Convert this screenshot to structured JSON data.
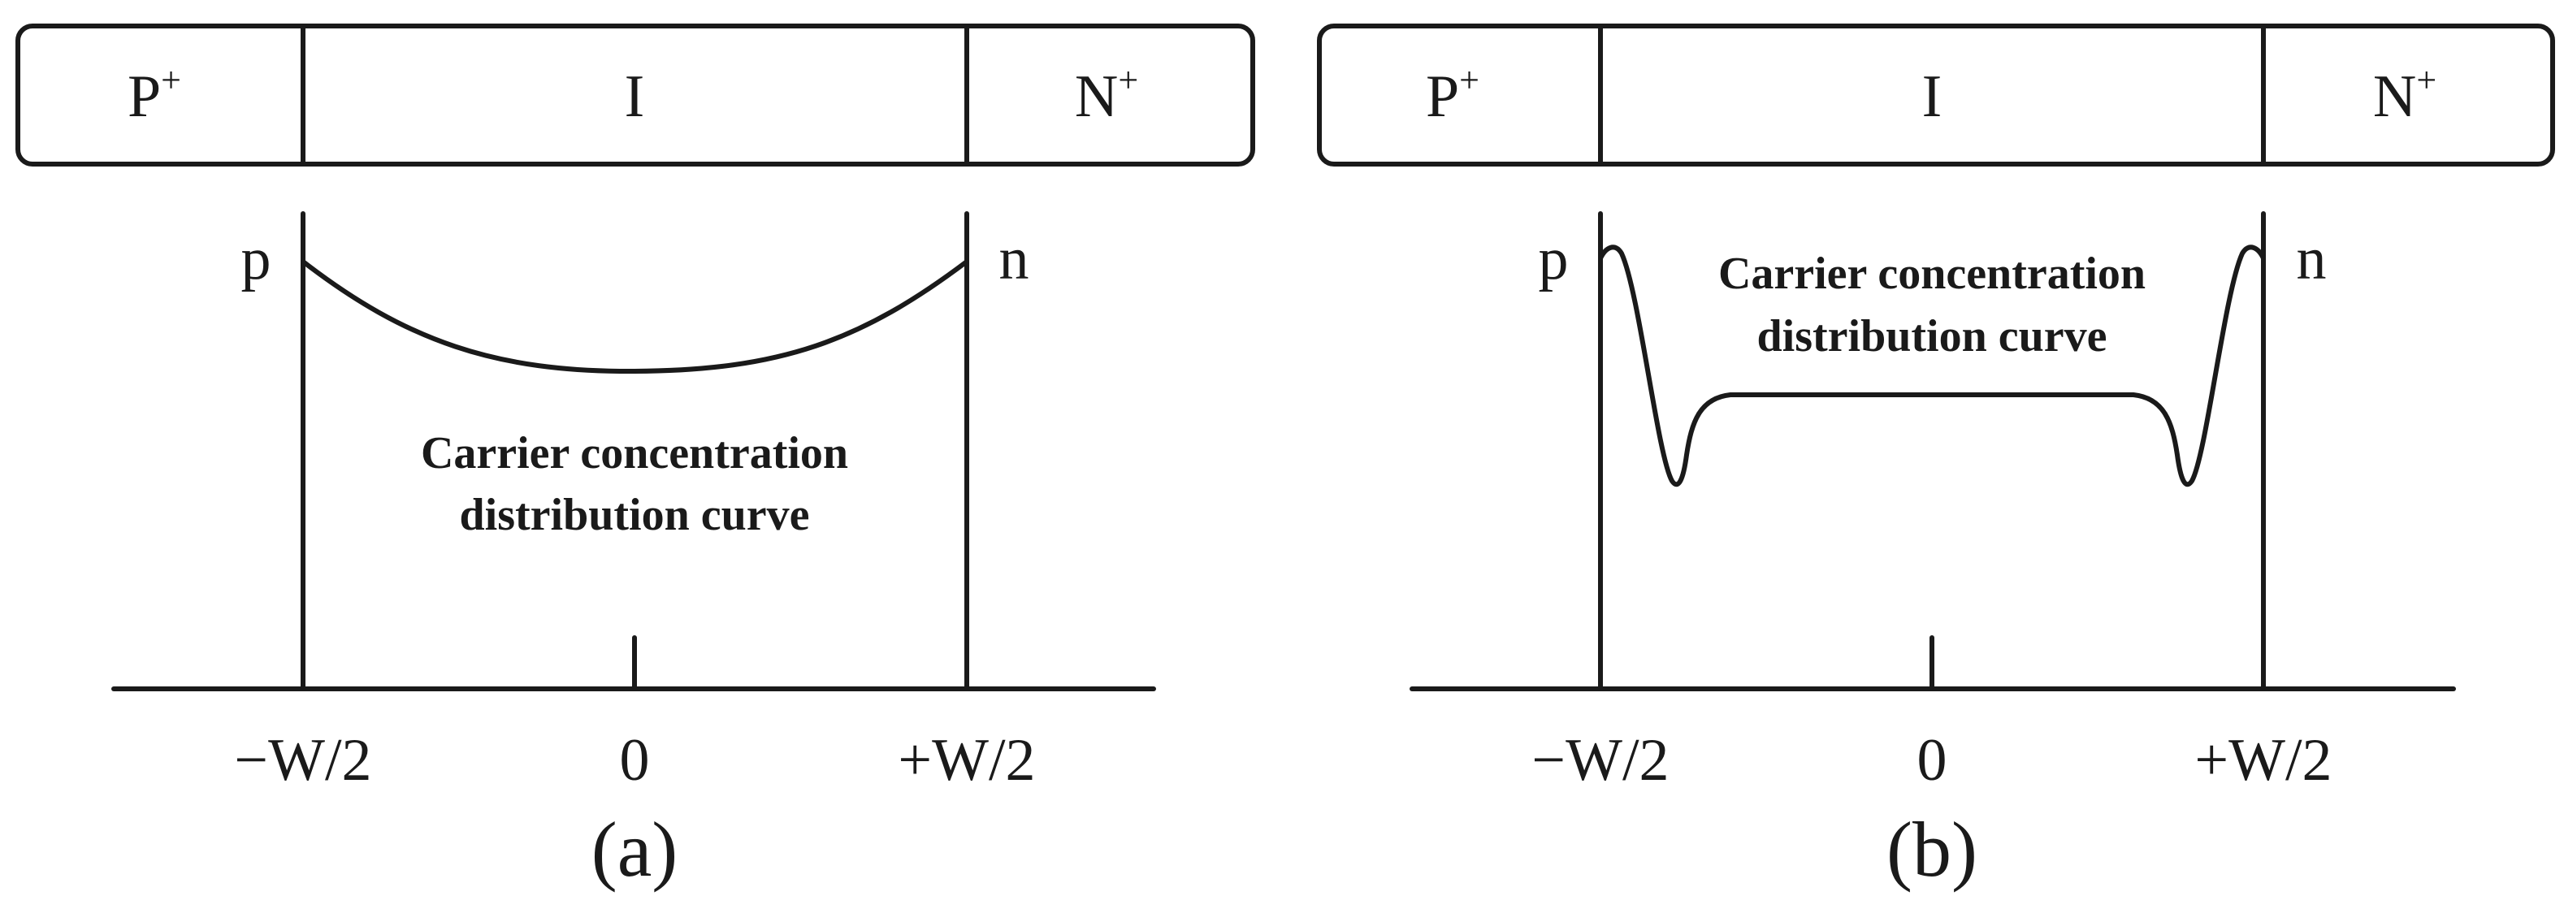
{
  "panels": [
    {
      "id": "a",
      "regions": {
        "p_plus": "P",
        "intrinsic": "I",
        "n_plus": "N",
        "superscript": "+"
      },
      "edge_labels": {
        "left": "p",
        "right": "n"
      },
      "curve_label": [
        "Carrier concentration",
        "distribution curve"
      ],
      "axis_ticks": [
        "−W/2",
        "0",
        "+W/2"
      ],
      "caption": "(a)"
    },
    {
      "id": "b",
      "regions": {
        "p_plus": "P",
        "intrinsic": "I",
        "n_plus": "N",
        "superscript": "+"
      },
      "edge_labels": {
        "left": "p",
        "right": "n"
      },
      "curve_label": [
        "Carrier concentration",
        "distribution curve"
      ],
      "axis_ticks": [
        "−W/2",
        "0",
        "+W/2"
      ],
      "caption": "(b)"
    }
  ]
}
